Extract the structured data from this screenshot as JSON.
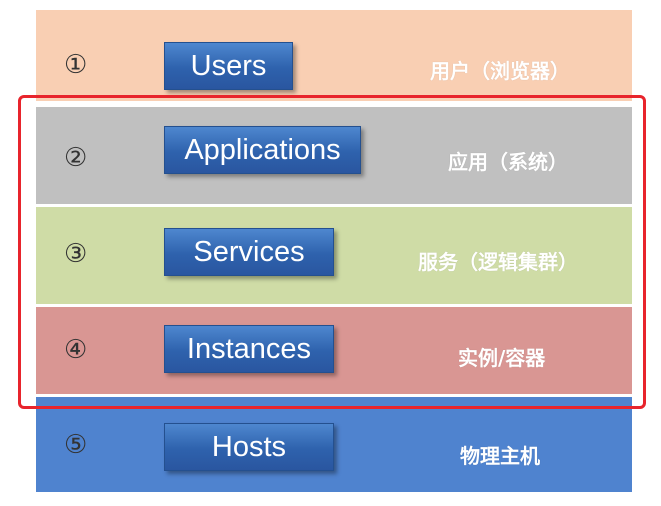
{
  "layers": [
    {
      "num": "①",
      "name": "Users",
      "cn": "用户（浏览器）",
      "color": "#f9cfb3"
    },
    {
      "num": "②",
      "name": "Applications",
      "cn": "应用（系统）",
      "color": "#c0c0c0"
    },
    {
      "num": "③",
      "name": "Services",
      "cn": "服务（逻辑集群）",
      "color": "#cfdca6"
    },
    {
      "num": "④",
      "name": "Instances",
      "cn": "实例/容器",
      "color": "#d99693"
    },
    {
      "num": "⑤",
      "name": "Hosts",
      "cn": "物理主机",
      "color": "#4f83cf"
    }
  ],
  "highlight_color": "#e8242c"
}
